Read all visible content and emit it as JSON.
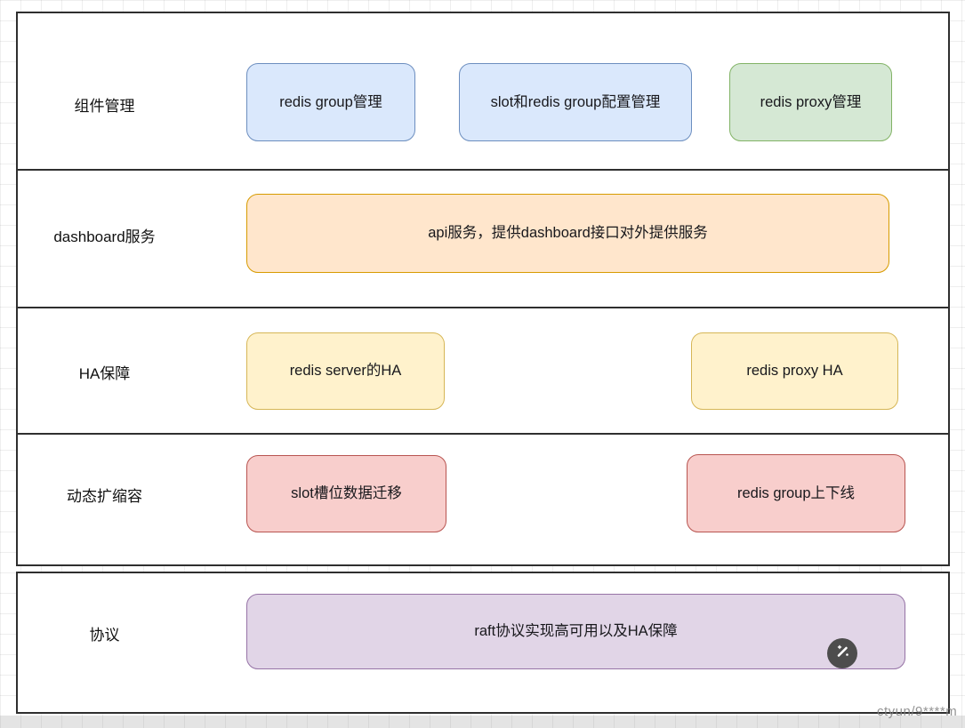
{
  "watermark": "ctyun/9****m",
  "rows": [
    {
      "label": "组件管理",
      "boxes": [
        {
          "text": "redis group管理",
          "color": "blue"
        },
        {
          "text": "slot和redis group配置管理",
          "color": "blue"
        },
        {
          "text": "redis proxy管理",
          "color": "green"
        }
      ]
    },
    {
      "label": "dashboard服务",
      "boxes": [
        {
          "text": "api服务，提供dashboard接口对外提供服务",
          "color": "orange"
        }
      ]
    },
    {
      "label": "HA保障",
      "boxes": [
        {
          "text": "redis server的HA",
          "color": "yellow"
        },
        {
          "text": "redis proxy HA",
          "color": "yellow"
        }
      ]
    },
    {
      "label": "动态扩缩容",
      "boxes": [
        {
          "text": "slot槽位数据迁移",
          "color": "red"
        },
        {
          "text": "redis group上下线",
          "color": "red"
        }
      ]
    },
    {
      "label": "协议",
      "boxes": [
        {
          "text": "raft协议实现高可用以及HA保障",
          "color": "purple"
        }
      ]
    }
  ],
  "icons": {
    "magic_wand": "magic-wand-icon"
  },
  "colors": {
    "blue_fill": "#dae8fc",
    "blue_border": "#6c8ebf",
    "green_fill": "#d5e8d4",
    "green_border": "#82b366",
    "orange_fill": "#ffe6cc",
    "orange_border": "#d79b00",
    "yellow_fill": "#fff2cc",
    "yellow_border": "#d6b656",
    "red_fill": "#f8cecc",
    "red_border": "#b85450",
    "purple_fill": "#e1d5e7",
    "purple_border": "#9673a6",
    "container_border": "#2f2f2f"
  }
}
